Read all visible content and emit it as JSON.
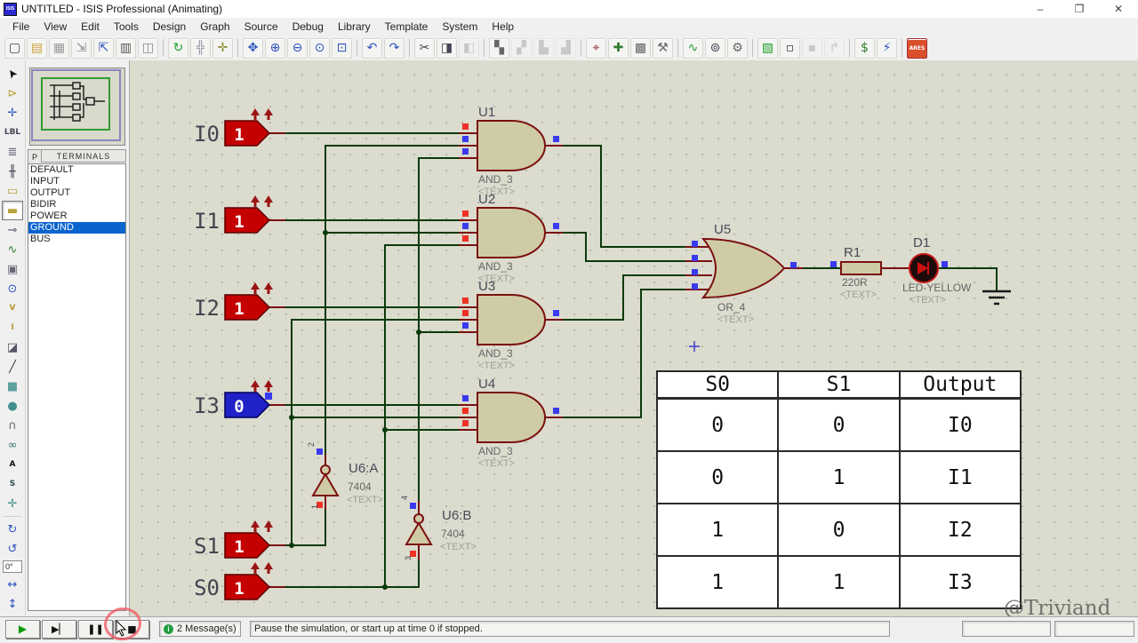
{
  "window": {
    "icon_label": "ISIS",
    "title": "UNTITLED - ISIS Professional (Animating)",
    "minimize": "–",
    "restore": "❐",
    "close": "✕"
  },
  "menu": {
    "items": [
      "File",
      "View",
      "Edit",
      "Tools",
      "Design",
      "Graph",
      "Source",
      "Debug",
      "Library",
      "Template",
      "System",
      "Help"
    ]
  },
  "toolbar": {
    "groups": [
      [
        {
          "name": "new-file-icon",
          "glyph": "▢",
          "color": "#345"
        },
        {
          "name": "open-folder-icon",
          "glyph": "▤",
          "color": "#c9a23a"
        },
        {
          "name": "save-file-icon",
          "glyph": "▦",
          "color": "#9a9a9a"
        },
        {
          "name": "import-section-icon",
          "glyph": "⇲",
          "color": "#888"
        },
        {
          "name": "export-section-icon",
          "glyph": "⇱",
          "color": "#2a52be"
        },
        {
          "name": "print-icon",
          "glyph": "▥",
          "color": "#555"
        },
        {
          "name": "mark-output-area-icon",
          "glyph": "◫",
          "color": "#888"
        }
      ],
      [
        {
          "name": "refresh-display-icon",
          "glyph": "↻",
          "color": "#1f9d2f"
        },
        {
          "name": "toggle-grid-icon",
          "glyph": "╬",
          "color": "#99a"
        },
        {
          "name": "false-origin-icon",
          "glyph": "✛",
          "color": "#8a8a2a"
        }
      ],
      [
        {
          "name": "center-at-cursor-icon",
          "glyph": "✥",
          "color": "#2a52be"
        },
        {
          "name": "zoom-in-icon",
          "glyph": "⊕",
          "color": "#2a52be"
        },
        {
          "name": "zoom-out-icon",
          "glyph": "⊖",
          "color": "#2a52be"
        },
        {
          "name": "zoom-all-icon",
          "glyph": "⊙",
          "color": "#2a52be"
        },
        {
          "name": "zoom-area-icon",
          "glyph": "⊡",
          "color": "#2a52be"
        }
      ],
      [
        {
          "name": "undo-icon",
          "glyph": "↶",
          "color": "#2a52be"
        },
        {
          "name": "redo-icon",
          "glyph": "↷",
          "color": "#2a52be"
        }
      ],
      [
        {
          "name": "cut-icon",
          "glyph": "✂",
          "color": "#445"
        },
        {
          "name": "copy-icon",
          "glyph": "◨",
          "color": "#445"
        },
        {
          "name": "paste-icon",
          "glyph": "◧",
          "color": "#999",
          "disabled": true
        }
      ],
      [
        {
          "name": "block-copy-icon",
          "glyph": "▚",
          "color": "#666"
        },
        {
          "name": "block-move-icon",
          "glyph": "▞",
          "color": "#999",
          "disabled": true
        },
        {
          "name": "block-rotate-icon",
          "glyph": "▙",
          "color": "#999",
          "disabled": true
        },
        {
          "name": "block-delete-icon",
          "glyph": "▟",
          "color": "#999",
          "disabled": true
        }
      ],
      [
        {
          "name": "pick-parts-icon",
          "glyph": "⌖",
          "color": "#8b2020"
        },
        {
          "name": "make-device-icon",
          "glyph": "✚",
          "color": "#2f7d2f"
        },
        {
          "name": "packaging-tool-icon",
          "glyph": "▩",
          "color": "#666"
        },
        {
          "name": "decompose-icon",
          "glyph": "⚒",
          "color": "#666"
        }
      ],
      [
        {
          "name": "wire-autorouter-icon",
          "glyph": "∿",
          "color": "#1f9d2f"
        },
        {
          "name": "search-and-tag-icon",
          "glyph": "⊚",
          "color": "#445"
        },
        {
          "name": "property-assignment-icon",
          "glyph": "⚙",
          "color": "#666"
        }
      ],
      [
        {
          "name": "design-explorer-icon",
          "glyph": "▧",
          "color": "#1f9d2f"
        },
        {
          "name": "new-sheet-icon",
          "glyph": "▫",
          "color": "#445"
        },
        {
          "name": "remove-sheet-icon",
          "glyph": "▪",
          "color": "#999",
          "disabled": true
        },
        {
          "name": "exit-to-parent-icon",
          "glyph": "↱",
          "color": "#999",
          "disabled": true
        }
      ],
      [
        {
          "name": "bill-of-materials-icon",
          "glyph": "$",
          "color": "#2f7d2f"
        },
        {
          "name": "electrical-rule-check-icon",
          "glyph": "⚡",
          "color": "#2a52be"
        }
      ],
      [
        {
          "name": "netlist-to-ares-icon",
          "glyph": "ARES",
          "color": "#fff",
          "ares": true
        }
      ]
    ]
  },
  "sidebar": {
    "selector_button": "P",
    "header": "TERMINALS",
    "items": [
      "DEFAULT",
      "INPUT",
      "OUTPUT",
      "BIDIR",
      "POWER",
      "GROUND",
      "BUS"
    ],
    "selected_item": "GROUND",
    "tools": [
      {
        "name": "selection-mode",
        "glyph": "➤",
        "color": "#111",
        "rot": -125
      },
      {
        "name": "component-mode",
        "glyph": "⊳",
        "color": "#b8a23a"
      },
      {
        "name": "junction-dot-mode",
        "glyph": "✛",
        "color": "#2a52be"
      },
      {
        "name": "wire-label-mode",
        "glyph": "LBL",
        "color": "#445",
        "small": true
      },
      {
        "name": "text-script-mode",
        "glyph": "≣",
        "color": "#667"
      },
      {
        "name": "buses-mode",
        "glyph": "╫",
        "color": "#445"
      },
      {
        "name": "subcircuit-mode",
        "glyph": "▭",
        "color": "#b8a23a"
      },
      {
        "name": "terminals-mode",
        "glyph": "▬",
        "color": "#b8a23a",
        "selected": true
      },
      {
        "name": "device-pins-mode",
        "glyph": "⊸",
        "color": "#445"
      },
      {
        "name": "graph-mode",
        "glyph": "∿",
        "color": "#2f7d2f"
      },
      {
        "name": "tape-recorder-mode",
        "glyph": "▣",
        "color": "#667"
      },
      {
        "name": "generator-mode",
        "glyph": "⊙",
        "color": "#2a52be"
      },
      {
        "name": "voltage-probe-mode",
        "glyph": "V",
        "color": "#b8952a",
        "small": true
      },
      {
        "name": "current-probe-mode",
        "glyph": "I",
        "color": "#b8952a",
        "small": true
      },
      {
        "name": "virtual-instruments-mode",
        "glyph": "◪",
        "color": "#556"
      },
      {
        "name": "2d-line-mode",
        "glyph": "╱",
        "color": "#333"
      },
      {
        "name": "2d-box-mode",
        "glyph": "■",
        "color": "#5f9f9c"
      },
      {
        "name": "2d-circle-mode",
        "glyph": "●",
        "color": "#3f8f8c"
      },
      {
        "name": "2d-arc-mode",
        "glyph": "∩",
        "color": "#666"
      },
      {
        "name": "2d-path-mode",
        "glyph": "∞",
        "color": "#2f6f6c"
      },
      {
        "name": "2d-text-mode",
        "glyph": "A",
        "color": "#111",
        "small": true
      },
      {
        "name": "2d-symbol-mode",
        "glyph": "S",
        "color": "#2a4a4a",
        "small": true
      },
      {
        "name": "2d-marker-mode",
        "glyph": "✛",
        "color": "#3f8f8c"
      },
      {
        "type": "sep"
      },
      {
        "name": "rotate-clockwise",
        "glyph": "↻",
        "color": "#2a52be"
      },
      {
        "name": "rotate-anticlockwise",
        "glyph": "↺",
        "color": "#2a52be"
      },
      {
        "type": "field",
        "name": "rotation-angle-field"
      },
      {
        "name": "mirror-horizontal",
        "glyph": "↔",
        "color": "#2a52be"
      },
      {
        "name": "mirror-vertical",
        "glyph": "↕",
        "color": "#2a52be"
      }
    ],
    "rotation": {
      "angle": "0°"
    }
  },
  "circuit": {
    "terminals": [
      {
        "ref": "I0",
        "state": "1"
      },
      {
        "ref": "I1",
        "state": "1"
      },
      {
        "ref": "I2",
        "state": "1"
      },
      {
        "ref": "I3",
        "state": "0"
      },
      {
        "ref": "S1",
        "state": "1"
      },
      {
        "ref": "S0",
        "state": "1"
      }
    ],
    "gates": [
      {
        "ref": "U1",
        "type": "AND_3",
        "text": "<TEXT>",
        "pins": [
          "1",
          "0",
          "0"
        ],
        "out": "0"
      },
      {
        "ref": "U2",
        "type": "AND_3",
        "text": "<TEXT>",
        "pins": [
          "1",
          "0",
          "1"
        ],
        "out": "0"
      },
      {
        "ref": "U3",
        "type": "AND_3",
        "text": "<TEXT>",
        "pins": [
          "1",
          "1",
          "0"
        ],
        "out": "0"
      },
      {
        "ref": "U4",
        "type": "AND_3",
        "text": "<TEXT>",
        "pins": [
          "0",
          "1",
          "1"
        ],
        "out": "0"
      },
      {
        "ref": "U5",
        "type": "OR_4",
        "text": "<TEXT>",
        "pins": [
          "0",
          "0",
          "0",
          "0"
        ],
        "out": "0"
      }
    ],
    "inverters": [
      {
        "ref": "U6:A",
        "type": "7404",
        "text": "<TEXT>",
        "in_pin": "1",
        "out_pin": "2",
        "in": "1",
        "out": "0"
      },
      {
        "ref": "U6:B",
        "type": "7404",
        "text": "<TEXT>",
        "in_pin": "3",
        "out_pin": "4",
        "in": "1",
        "out": "0"
      }
    ],
    "resistor": {
      "ref": "R1",
      "value": "220R",
      "text": "<TEXT>"
    },
    "led": {
      "ref": "D1",
      "model": "LED-YELLOW",
      "text": "<TEXT>"
    }
  },
  "truth_table": {
    "headers": [
      "S0",
      "S1",
      "Output"
    ],
    "rows": [
      [
        "0",
        "0",
        "I0"
      ],
      [
        "0",
        "1",
        "I1"
      ],
      [
        "1",
        "0",
        "I2"
      ],
      [
        "1",
        "1",
        "I3"
      ]
    ]
  },
  "canvas": {
    "watermark": "@Triviand"
  },
  "statusbar": {
    "messages_count": "2 Message(s)",
    "info_glyph": "i",
    "hint": "Pause the simulation, or start up at time 0 if stopped."
  },
  "colors": {
    "logic_high": "#ee3124",
    "logic_low": "#3a3af0",
    "terminal_high": "#c40000",
    "terminal_low": "#2121c8",
    "wire": "#0a3a0a",
    "component_outline": "#7b1010",
    "component_fill": "#cfcba6",
    "selection_blue": "#0a64ce"
  }
}
